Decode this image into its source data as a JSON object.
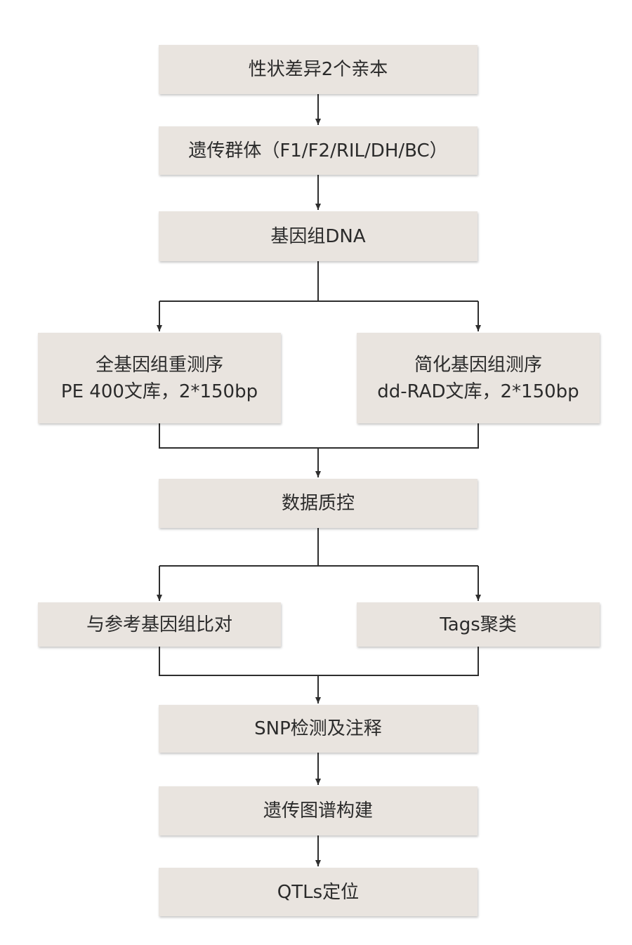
{
  "diagram": {
    "steps": [
      {
        "id": "parents",
        "text": "性状差异2个亲本"
      },
      {
        "id": "population",
        "text": "遗传群体（F1/F2/RIL/DH/BC）"
      },
      {
        "id": "genomic_dna",
        "text": "基因组DNA"
      },
      {
        "id": "wgs",
        "line1": "全基因组重测序",
        "line2": "PE 400文库，2*150bp"
      },
      {
        "id": "rad",
        "line1": "简化基因组测序",
        "line2": "dd-RAD文库，2*150bp"
      },
      {
        "id": "qc",
        "text": "数据质控"
      },
      {
        "id": "align",
        "text": "与参考基因组比对"
      },
      {
        "id": "tags",
        "text": "Tags聚类"
      },
      {
        "id": "snp",
        "text": "SNP检测及注释"
      },
      {
        "id": "genetic_map",
        "text": "遗传图谱构建"
      },
      {
        "id": "qtl",
        "text": "QTLs定位"
      }
    ],
    "colors": {
      "box_fill": "#e9e4df",
      "line": "#2e2e2e",
      "text": "#2b2b2b"
    }
  }
}
